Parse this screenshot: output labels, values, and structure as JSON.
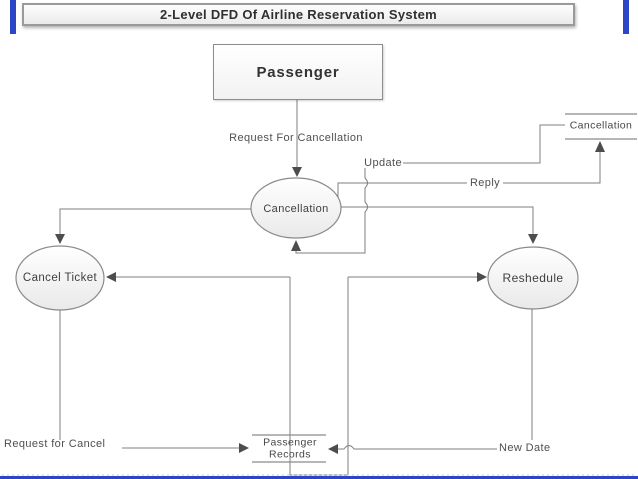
{
  "title": "2-Level DFD Of Airline Reservation System",
  "nodes": {
    "passenger_entity": "Passenger",
    "cancellation_process": "Cancellation",
    "cancel_ticket_process": "Cancel Ticket",
    "reshedule_process": "Reshedule",
    "cancellation_store": "Cancellation",
    "passenger_records_line1": "Passenger",
    "passenger_records_line2": "Records"
  },
  "flows": {
    "request_for_cancellation": "Request For Cancellation",
    "update": "Update",
    "reply": "Reply",
    "request_for_cancel": "Request for Cancel",
    "new_date": "New Date"
  },
  "colors": {
    "line": "#7f7f7f",
    "arrow": "#4d4d4d",
    "border_blue": "#2c47c5",
    "text": "#3f3f3f"
  }
}
